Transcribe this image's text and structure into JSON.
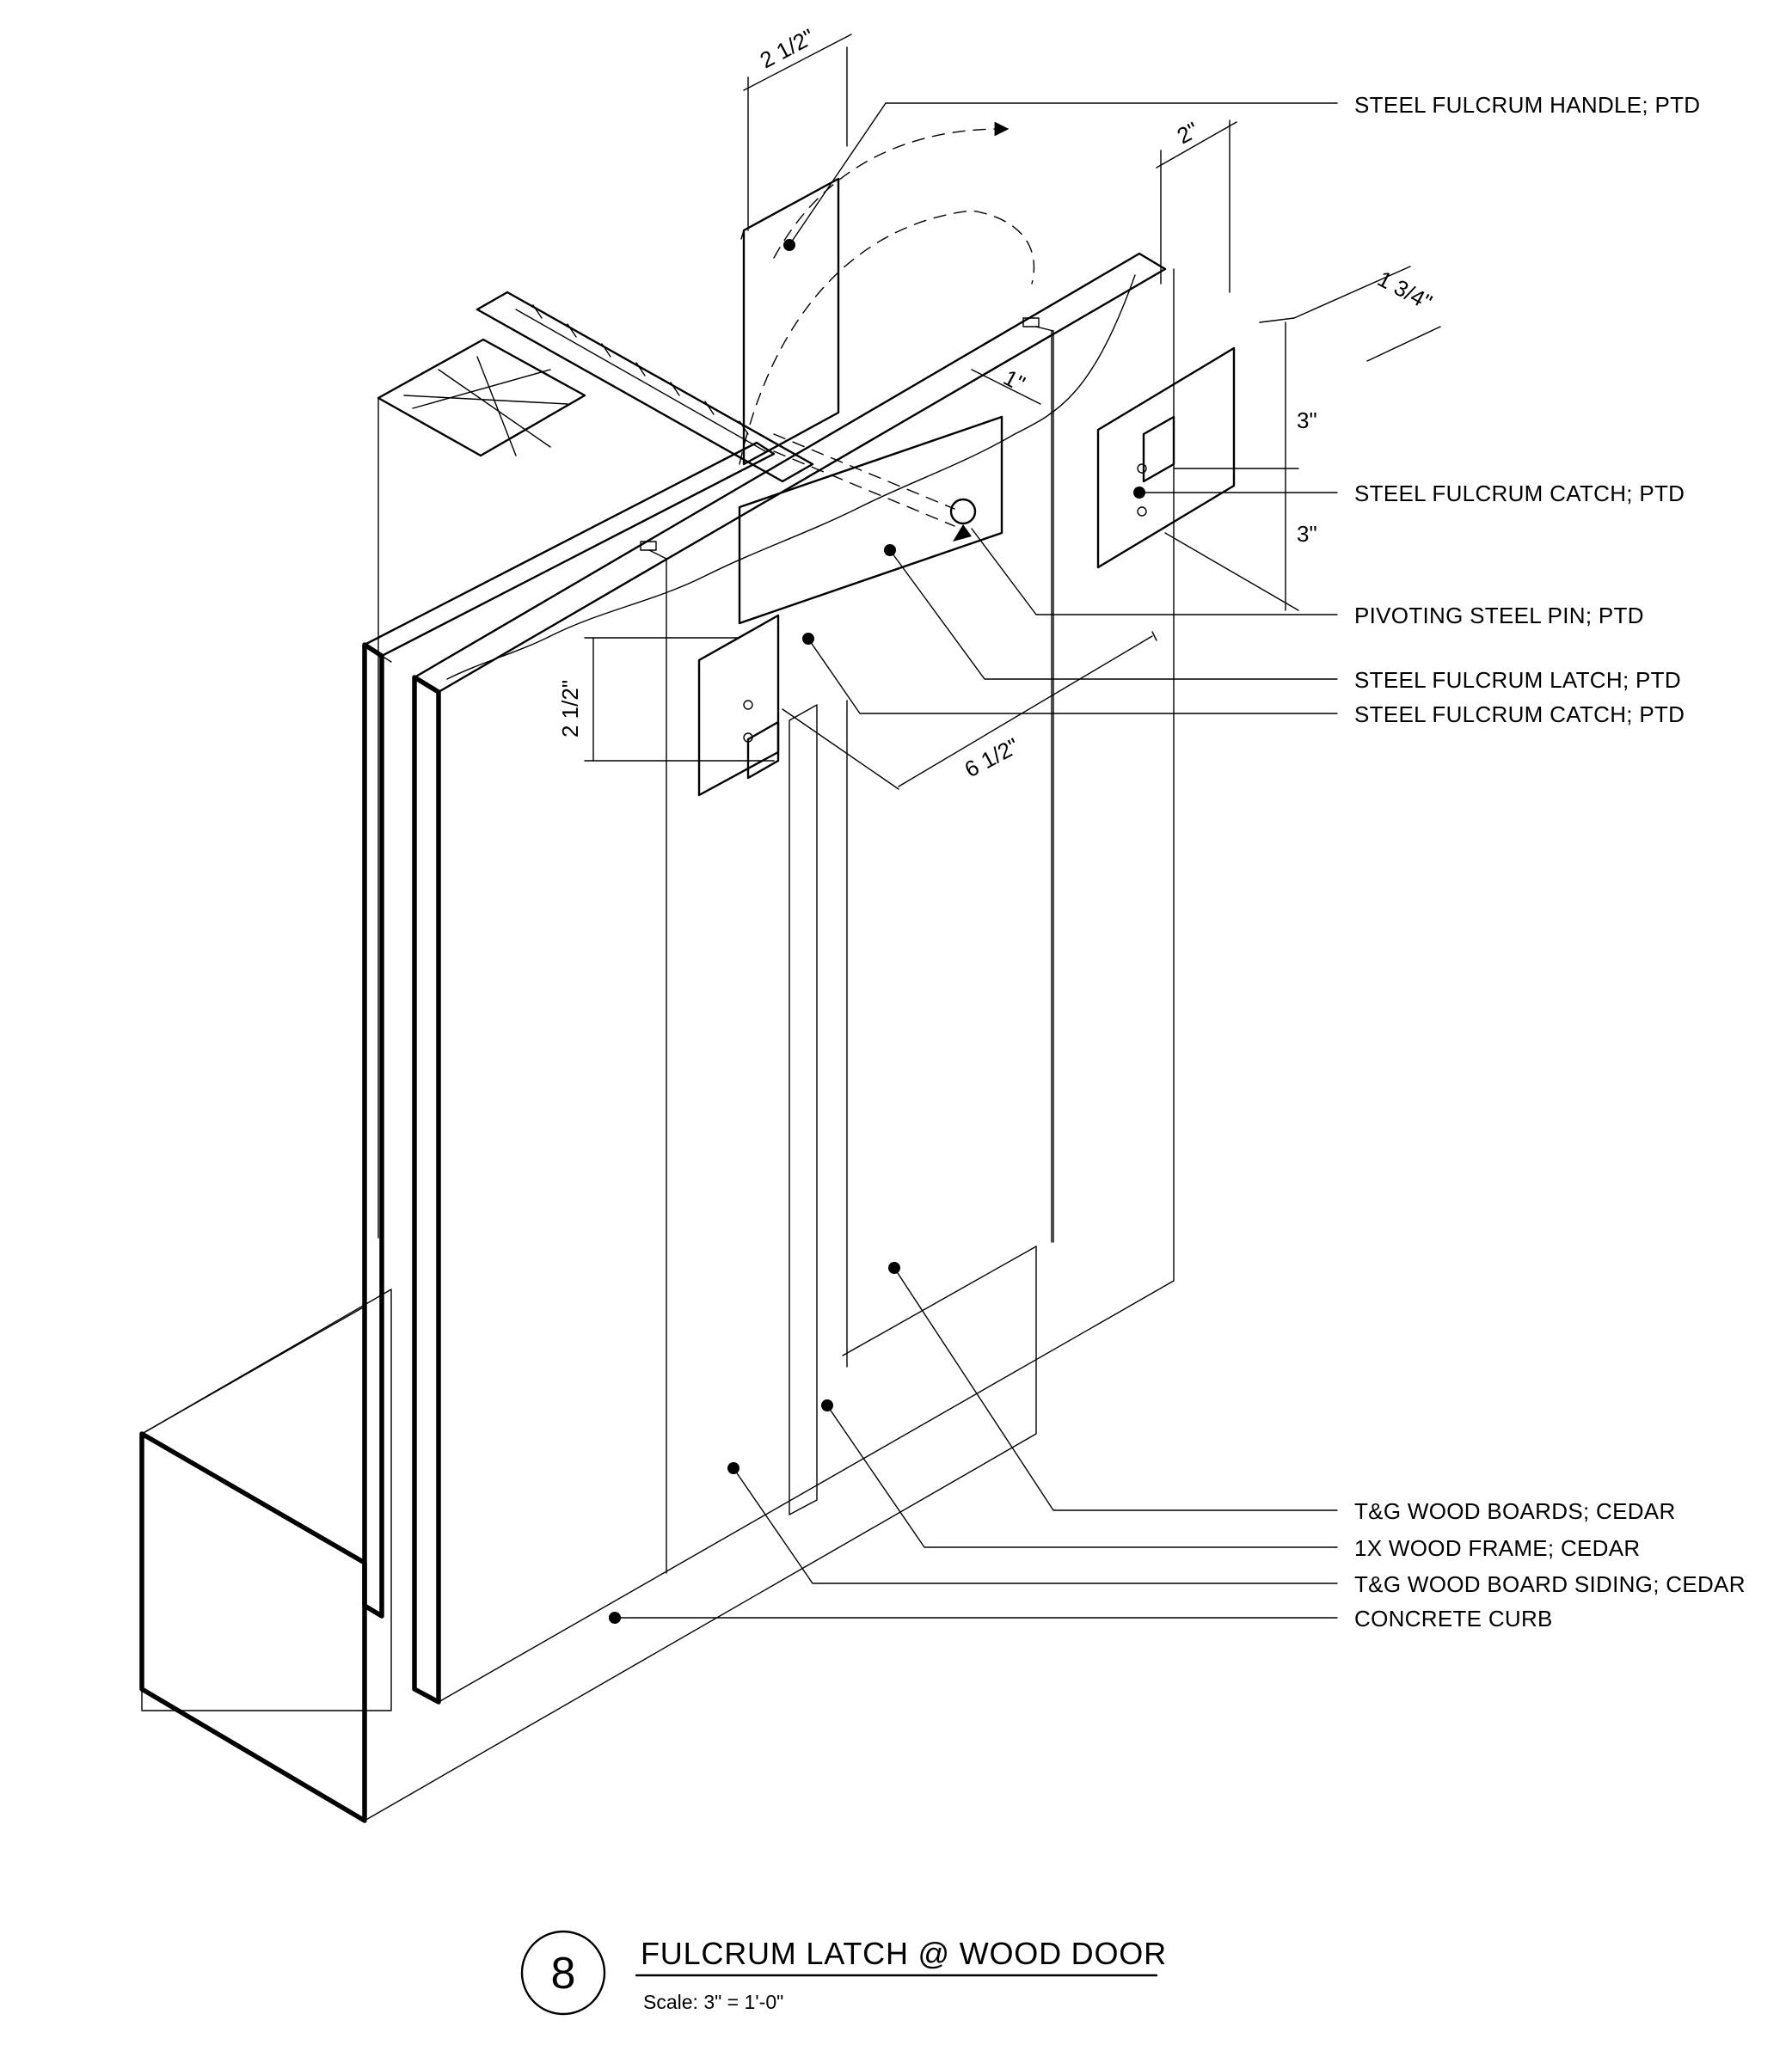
{
  "callouts": {
    "handle": "STEEL FULCRUM HANDLE; PTD",
    "catch_right": "STEEL FULCRUM CATCH; PTD",
    "pin": "PIVOTING STEEL PIN; PTD",
    "latch": "STEEL FULCRUM LATCH; PTD",
    "catch_left": "STEEL FULCRUM CATCH; PTD",
    "boards": "T&G WOOD BOARDS; CEDAR",
    "frame": "1X WOOD FRAME; CEDAR",
    "siding": "T&G WOOD BOARD SIDING; CEDAR",
    "curb": "CONCRETE CURB"
  },
  "dimensions": {
    "handle_width": "2 1/2\"",
    "catch_width": "2\"",
    "catch_depth": "1 3/4\"",
    "pin_offset": "1\"",
    "catch_height_upper": "3\"",
    "catch_height_lower": "3\"",
    "latch_height": "2 1/2\"",
    "latch_length": "6 1/2\""
  },
  "title_block": {
    "number": "8",
    "title": "FULCRUM LATCH @ WOOD DOOR",
    "scale": "Scale:  3\" = 1'-0\""
  }
}
